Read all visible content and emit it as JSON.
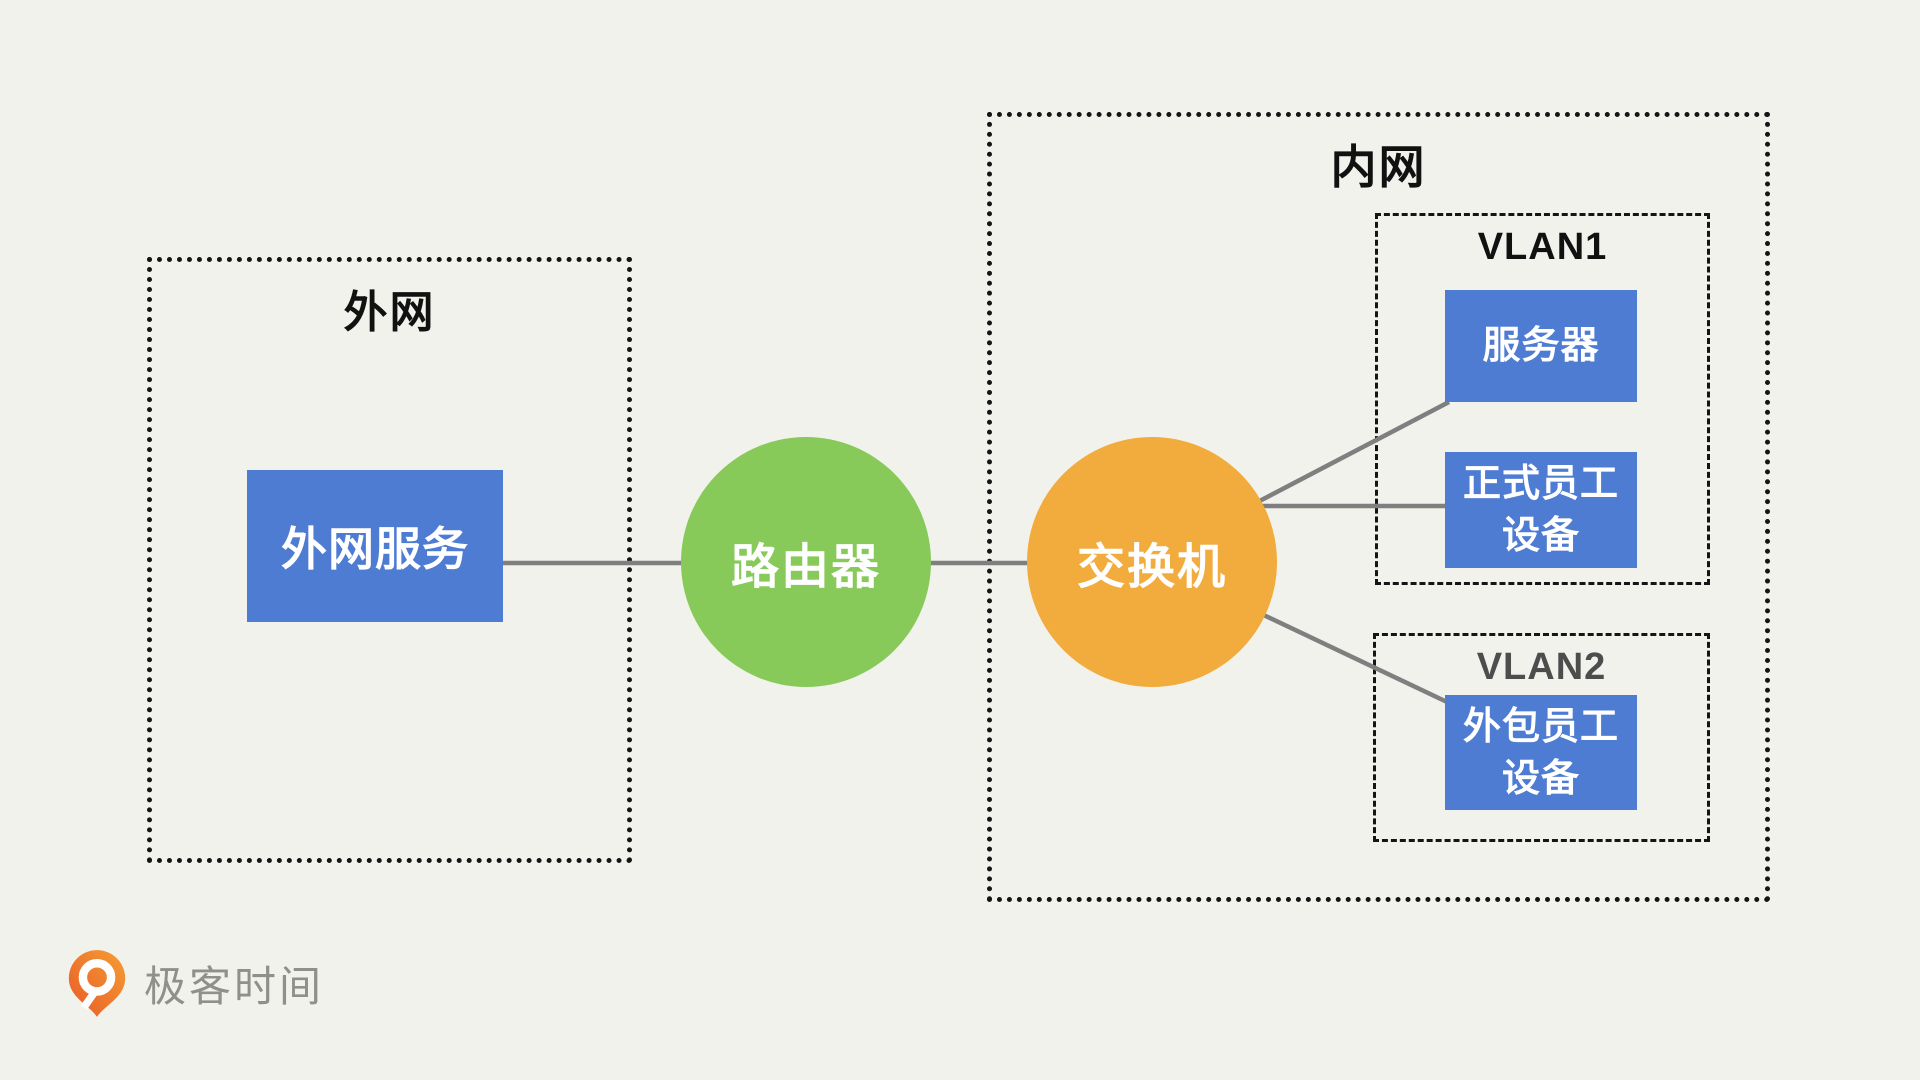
{
  "colors": {
    "background": "#F2F2EC",
    "node_blue": "#4E7CD3",
    "router_green": "#87CA5A",
    "switch_orange": "#F1AC3D",
    "connector_gray": "#7F7F7F",
    "border_black": "#151515",
    "vlan1_title_black": "#111111",
    "vlan2_title_gray": "#4D4D4D",
    "logo_orange": "#EE7A2E",
    "logo_text_gray": "#8F8F8B"
  },
  "external_network": {
    "title": "外网",
    "service_label": "外网服务"
  },
  "router_label": "路由器",
  "switch_label": "交换机",
  "internal_network": {
    "title": "内网",
    "vlan1": {
      "title": "VLAN1",
      "server_label": "服务器",
      "regular_device_line1": "正式员工",
      "regular_device_line2": "设备"
    },
    "vlan2": {
      "title": "VLAN2",
      "outsourced_device_line1": "外包员工",
      "outsourced_device_line2": "设备"
    }
  },
  "logo": {
    "text": "极客时间"
  }
}
